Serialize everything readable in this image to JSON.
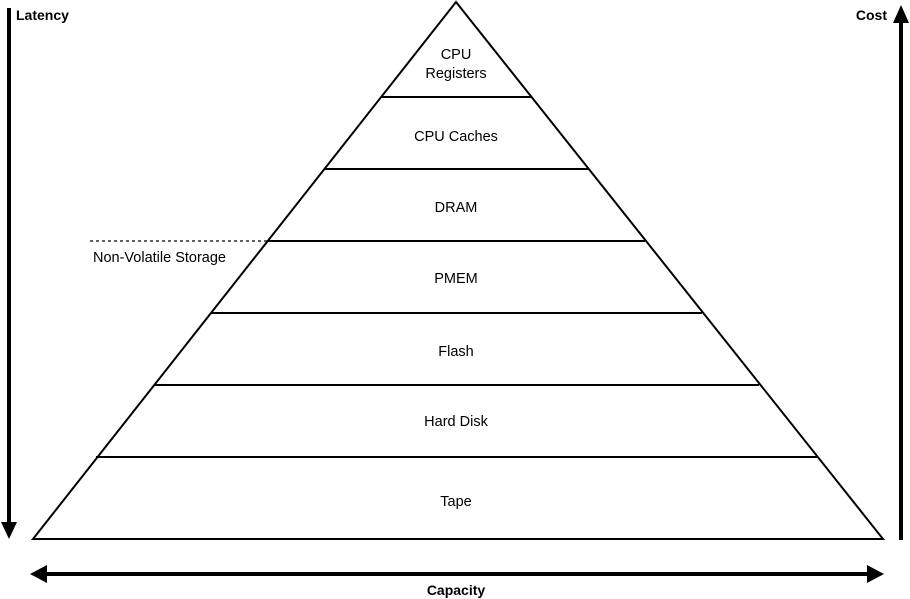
{
  "axes": {
    "latency": "Latency",
    "cost": "Cost",
    "capacity": "Capacity"
  },
  "pyramid": {
    "tiers": [
      {
        "lines": [
          "CPU",
          "Registers"
        ]
      },
      {
        "lines": [
          "CPU Caches"
        ]
      },
      {
        "lines": [
          "DRAM"
        ]
      },
      {
        "lines": [
          "PMEM"
        ]
      },
      {
        "lines": [
          "Flash"
        ]
      },
      {
        "lines": [
          "Hard Disk"
        ]
      },
      {
        "lines": [
          "Tape"
        ]
      }
    ]
  },
  "annotation": {
    "non_volatile": "Non-Volatile Storage"
  }
}
